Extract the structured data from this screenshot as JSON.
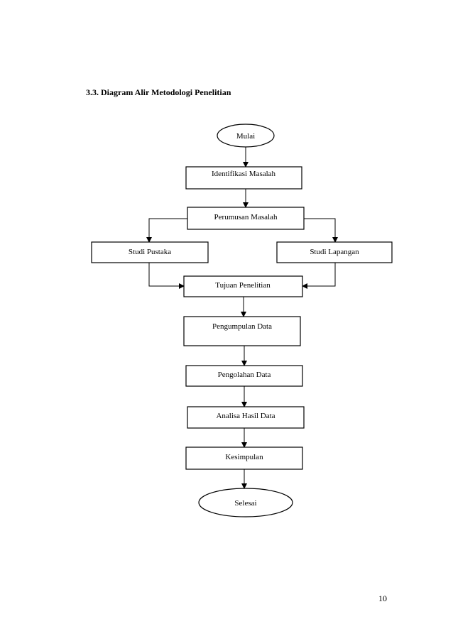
{
  "document": {
    "heading": "3.3. Diagram Alir Metodologi Penelitian",
    "page_number": "10"
  },
  "flowchart": {
    "nodes": {
      "start": "Mulai",
      "identify": "Identifikasi Masalah",
      "formulate": "Perumusan Masalah",
      "literature": "Studi Pustaka",
      "field": "Studi Lapangan",
      "objective": "Tujuan Penelitian",
      "collect": "Pengumpulan Data",
      "process": "Pengolahan Data",
      "analyze": "Analisa Hasil Data",
      "conclude": "Kesimpulan",
      "end": "Selesai"
    },
    "edges": [
      [
        "start",
        "identify"
      ],
      [
        "identify",
        "formulate"
      ],
      [
        "formulate",
        "literature"
      ],
      [
        "formulate",
        "field"
      ],
      [
        "literature",
        "objective"
      ],
      [
        "field",
        "objective"
      ],
      [
        "objective",
        "collect"
      ],
      [
        "collect",
        "process"
      ],
      [
        "process",
        "analyze"
      ],
      [
        "analyze",
        "conclude"
      ],
      [
        "conclude",
        "end"
      ]
    ]
  }
}
